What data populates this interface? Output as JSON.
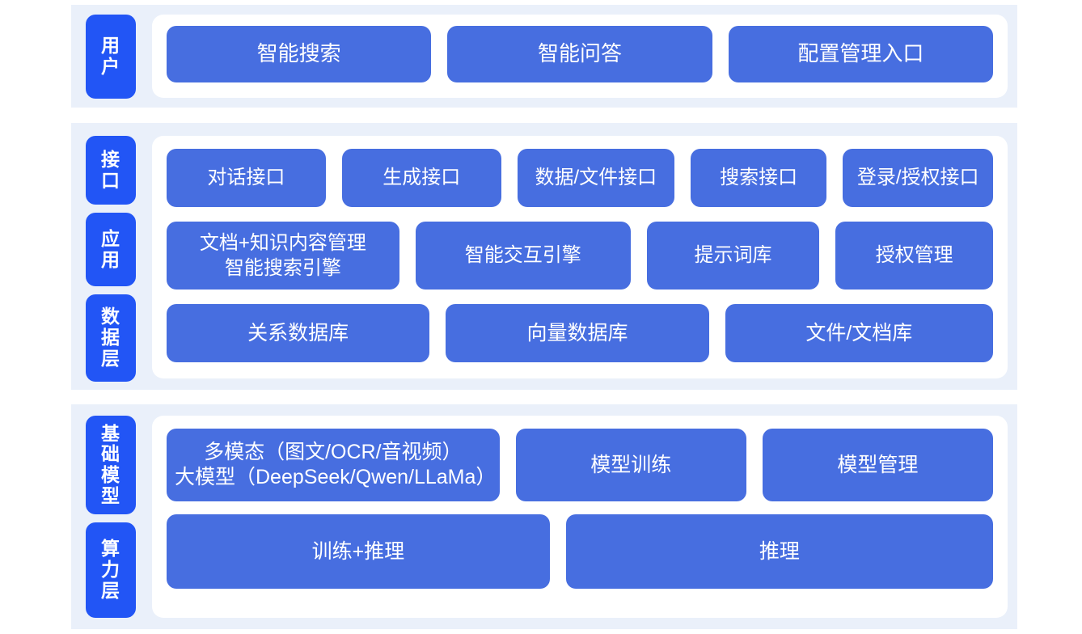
{
  "theme": {
    "page_background": "#ffffff",
    "band_background": "#eaf0fa",
    "card_background": "#ffffff",
    "chip_color": "#2255f5",
    "box_color": "#476ee0",
    "text_on_blue": "#ffffff"
  },
  "layers": [
    {
      "id": "user",
      "labels": [
        "用户"
      ],
      "rows": [
        {
          "id": "user-entries",
          "boxes": [
            "智能搜索",
            "智能问答",
            "配置管理入口"
          ]
        }
      ]
    },
    {
      "id": "platform",
      "labels": [
        "接口",
        "应用",
        "数据层"
      ],
      "rows": [
        {
          "id": "interface",
          "boxes": [
            "对话接口",
            "生成接口",
            "数据/文件接口",
            "搜索接口",
            "登录/授权接口"
          ]
        },
        {
          "id": "application",
          "boxes": [
            "文档+知识内容管理\n智能搜索引擎",
            "智能交互引擎",
            "提示词库",
            "授权管理"
          ]
        },
        {
          "id": "data",
          "boxes": [
            "关系数据库",
            "向量数据库",
            "文件/文档库"
          ]
        }
      ]
    },
    {
      "id": "infrastructure",
      "labels": [
        "基础模型",
        "算力层"
      ],
      "rows": [
        {
          "id": "model",
          "boxes": [
            "多模态（图文/OCR/音视频）\n大模型（DeepSeek/Qwen/LLaMa）",
            "模型训练",
            "模型管理"
          ]
        },
        {
          "id": "compute",
          "boxes": [
            "训练+推理",
            "推理"
          ]
        }
      ]
    }
  ]
}
